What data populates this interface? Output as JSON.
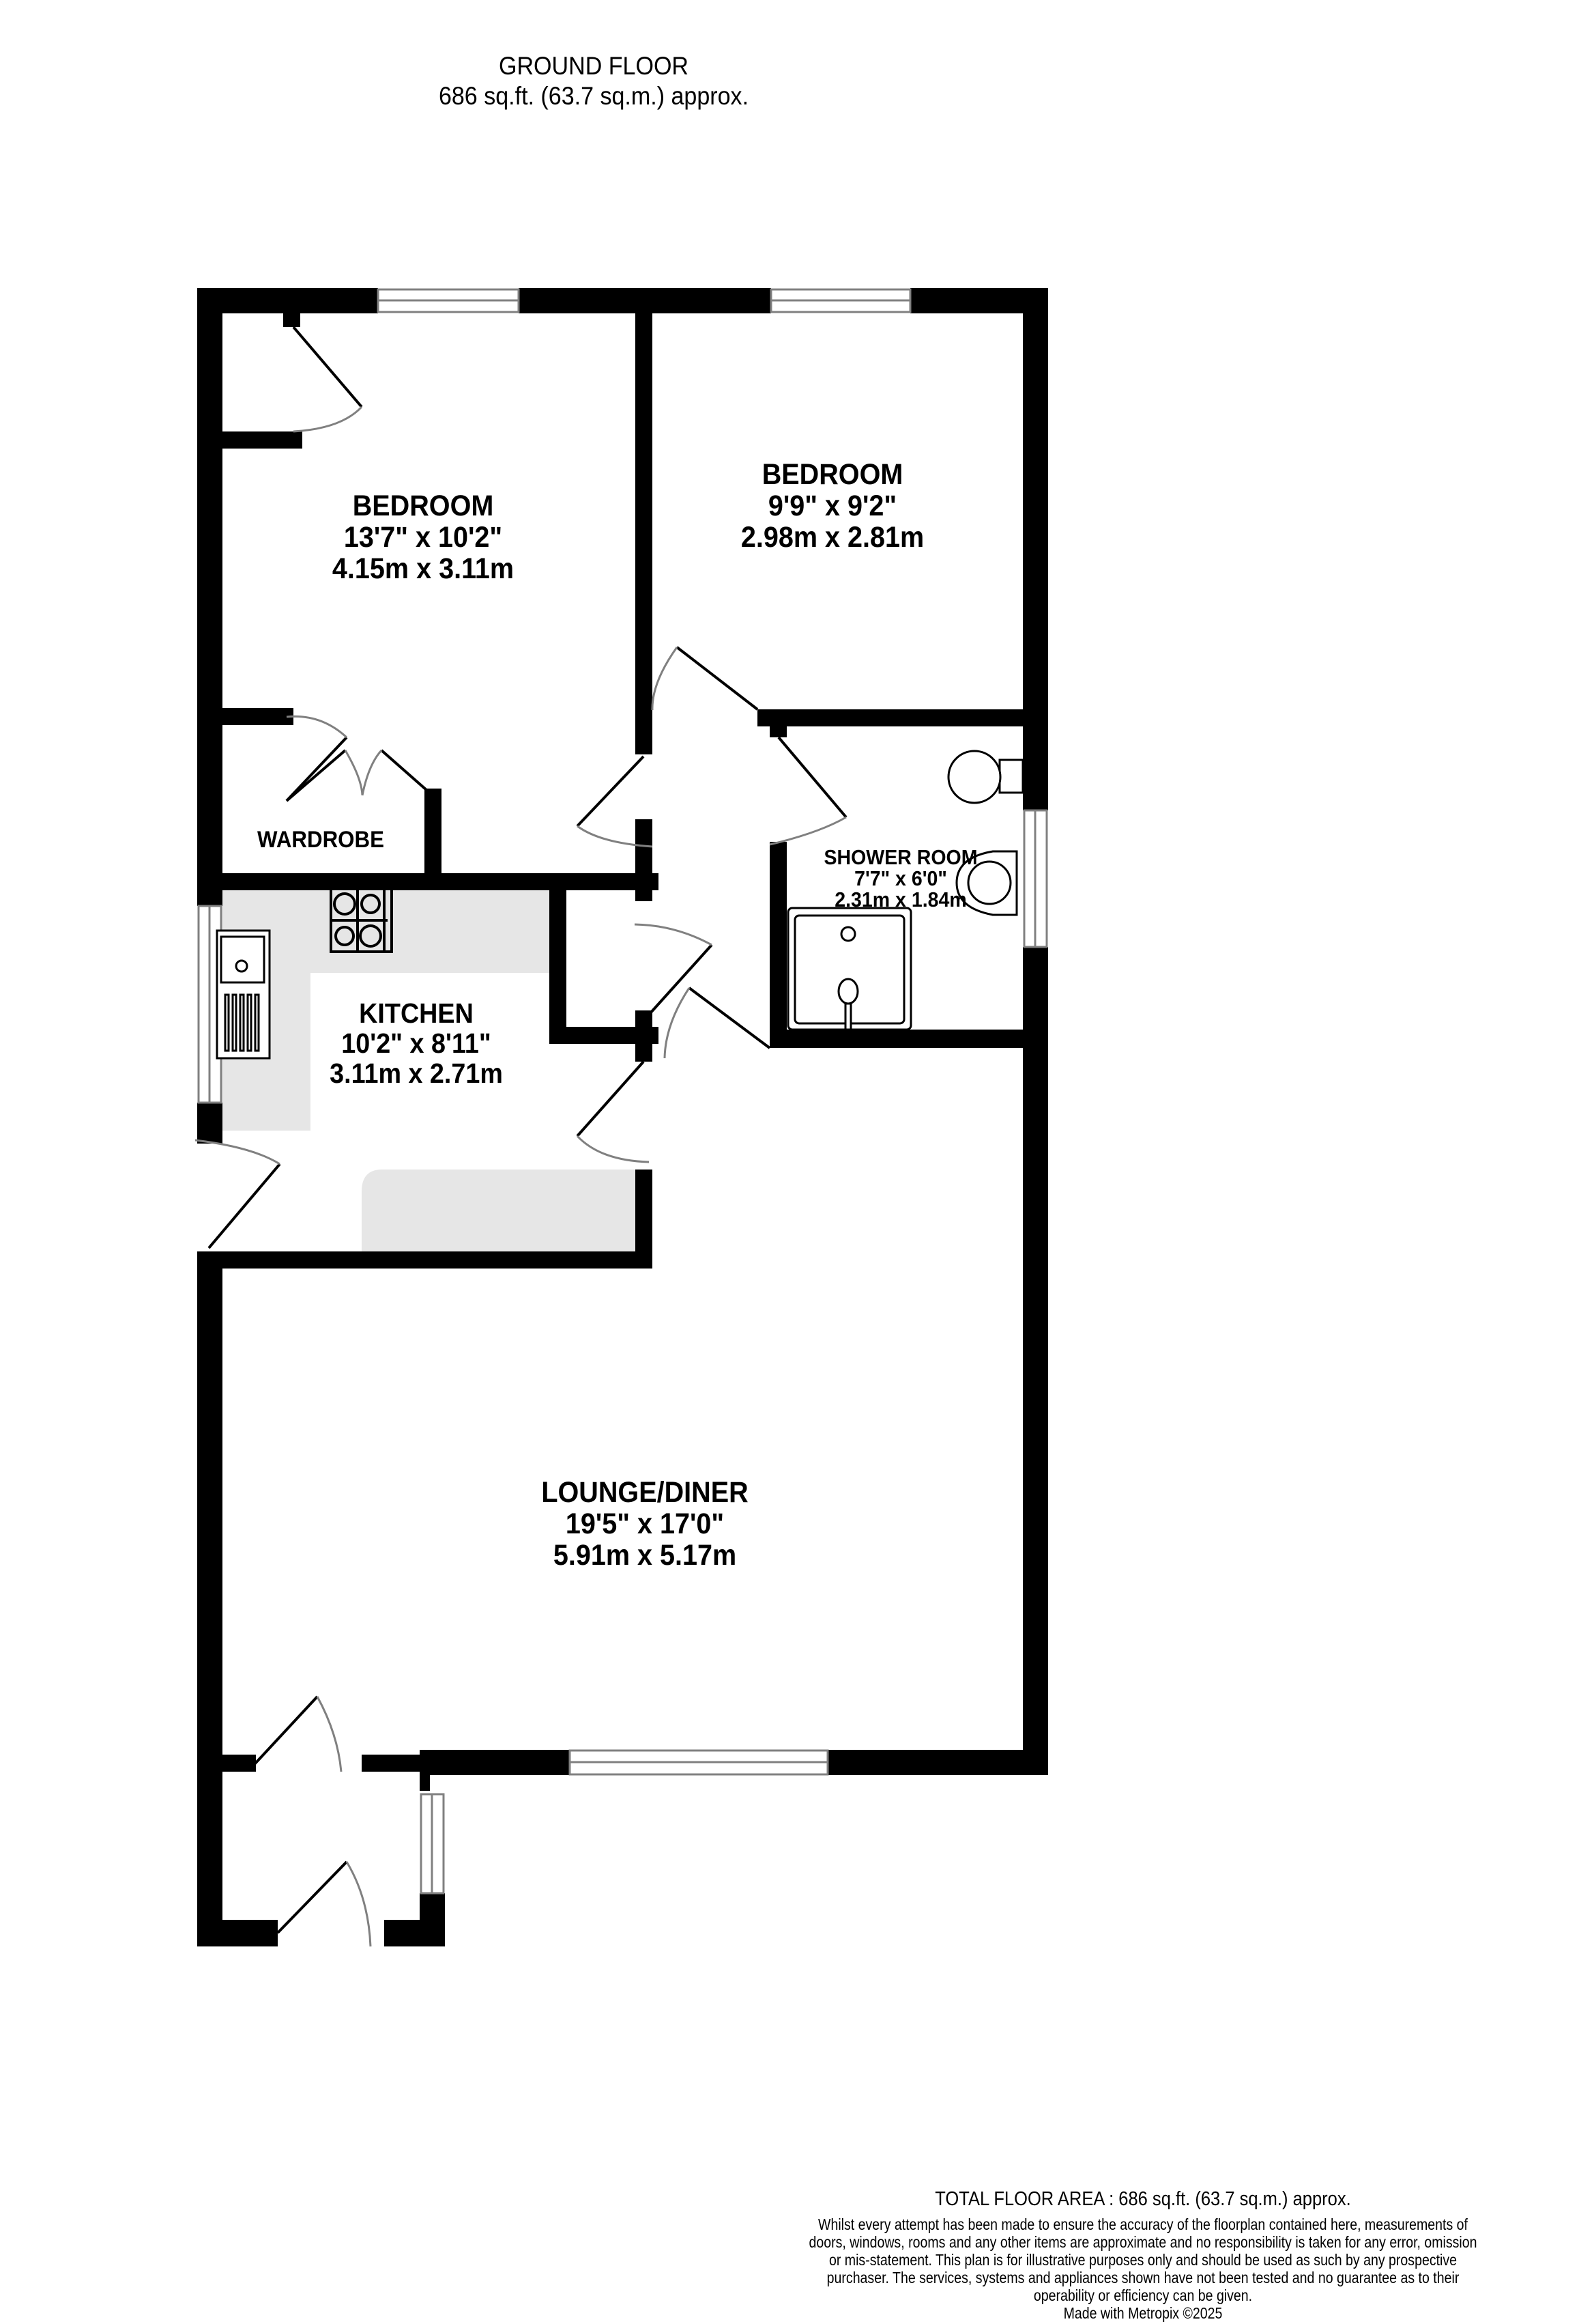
{
  "header": {
    "floor_name": "GROUND FLOOR",
    "floor_area": "686 sq.ft. (63.7 sq.m.) approx."
  },
  "rooms": [
    {
      "id": "bedroom-1",
      "name": "BEDROOM",
      "imperial": "13'7\"  x 10'2\"",
      "metric": "4.15m  x 3.11m"
    },
    {
      "id": "bedroom-2",
      "name": "BEDROOM",
      "imperial": "9'9\"  x 9'2\"",
      "metric": "2.98m  x 2.81m"
    },
    {
      "id": "wardrobe",
      "name": "WARDROBE"
    },
    {
      "id": "shower-room",
      "name": "SHOWER ROOM",
      "imperial": "7'7\"  x 6'0\"",
      "metric": "2.31m  x 1.84m"
    },
    {
      "id": "kitchen",
      "name": "KITCHEN",
      "imperial": "10'2\"  x 8'11\"",
      "metric": "3.11m  x 2.71m"
    },
    {
      "id": "lounge-diner",
      "name": "LOUNGE/DINER",
      "imperial": "19'5\"  x 17'0\"",
      "metric": "5.91m  x 5.17m"
    }
  ],
  "fixtures": {
    "icons": [
      "hob-icon",
      "sink-icon",
      "toilet-icon",
      "wash-basin-icon",
      "shower-tray-icon",
      "door-swing-icon",
      "window-icon"
    ]
  },
  "colors": {
    "wall": "#000000",
    "worktop": "#e6e6e6",
    "window_line": "#808080",
    "background": "#ffffff"
  },
  "footer": {
    "total_area": "TOTAL FLOOR AREA : 686 sq.ft. (63.7 sq.m.) approx.",
    "disclaimer": "Whilst every attempt has been made to ensure the accuracy of the floorplan contained here, measurements of doors, windows, rooms and any other items are approximate and no responsibility is taken for any error, omission or mis-statement. This plan is for illustrative purposes only and should be used as such by any prospective purchaser. The services, systems and appliances shown have not been tested and no guarantee as to their operability or efficiency can be given.",
    "credit": "Made with Metropix ©2025"
  }
}
